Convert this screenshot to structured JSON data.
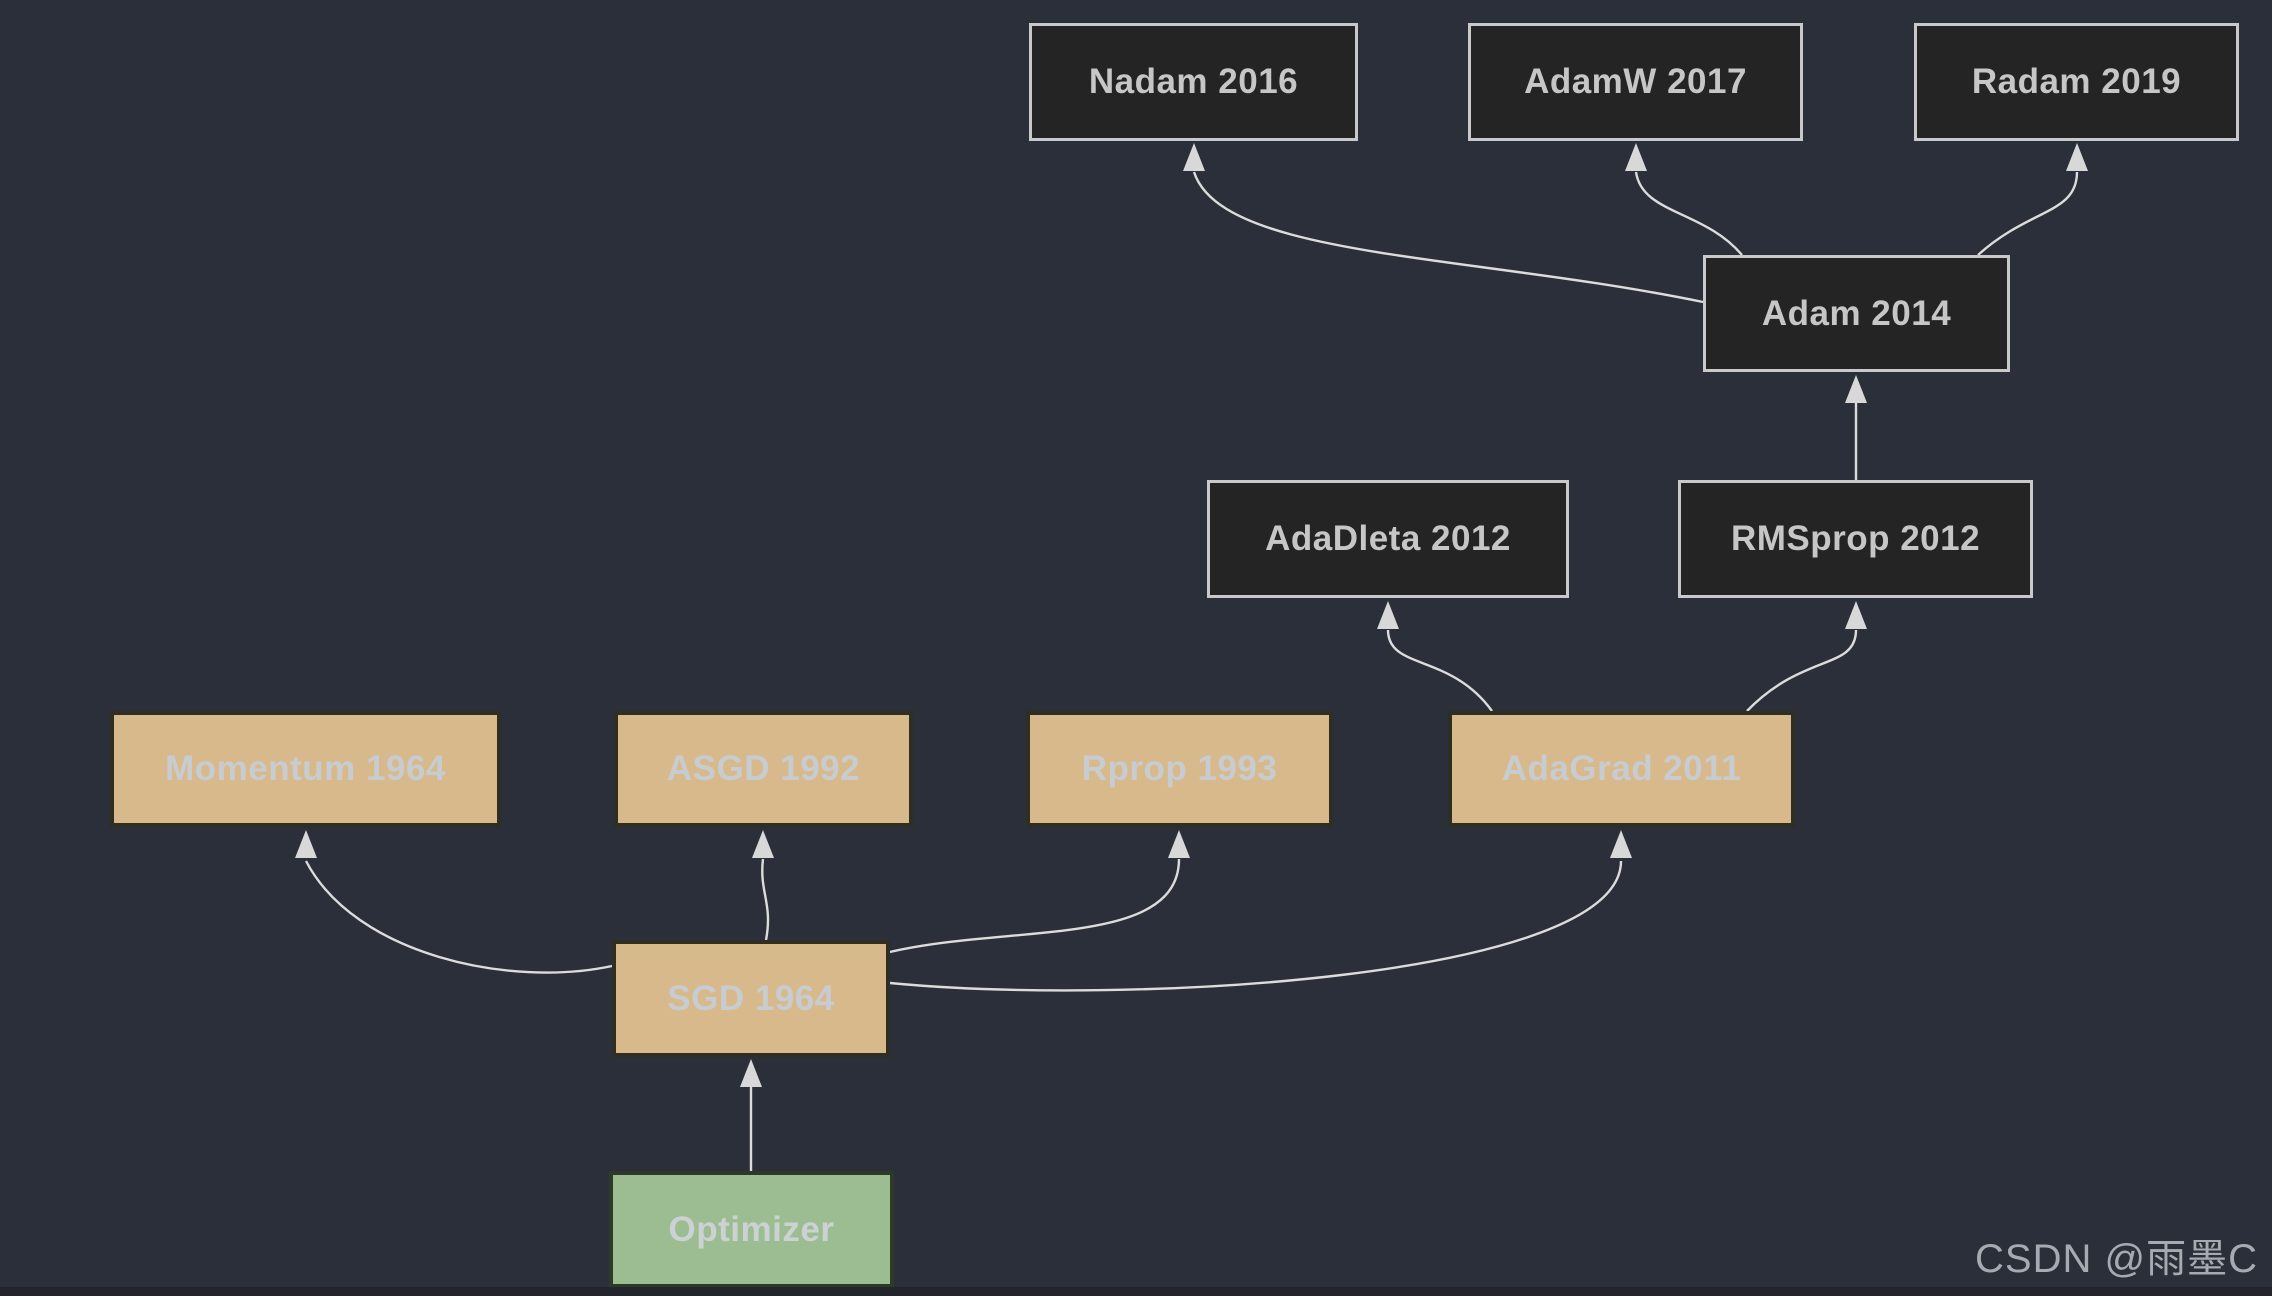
{
  "canvas": {
    "background_color": "#2b2f39",
    "edge_line_color": "#dcdcdc",
    "arrowhead_color": "#d8d8d8"
  },
  "node_styles": {
    "dark": {
      "fill": "#242424",
      "border": "#c9c9c9",
      "text_color": "#c6c6c6"
    },
    "tan": {
      "fill": "#d8b98c",
      "border": "#2e2e23",
      "text_color": "#c7ccd1"
    },
    "green": {
      "fill": "#9cbd92",
      "border": "#2e3a28",
      "text_color": "#ccd2d4"
    }
  },
  "nodes": [
    {
      "id": "nadam",
      "label": "Nadam 2016",
      "style": "dark"
    },
    {
      "id": "adamw",
      "label": "AdamW 2017",
      "style": "dark"
    },
    {
      "id": "radam",
      "label": "Radam 2019",
      "style": "dark"
    },
    {
      "id": "adam",
      "label": "Adam 2014",
      "style": "dark"
    },
    {
      "id": "adadleta",
      "label": "AdaDleta 2012",
      "style": "dark"
    },
    {
      "id": "rmsprop",
      "label": "RMSprop 2012",
      "style": "dark"
    },
    {
      "id": "momentum",
      "label": "Momentum 1964",
      "style": "tan"
    },
    {
      "id": "asgd",
      "label": "ASGD 1992",
      "style": "tan"
    },
    {
      "id": "rprop",
      "label": "Rprop 1993",
      "style": "tan"
    },
    {
      "id": "adagrad",
      "label": "AdaGrad 2011",
      "style": "tan"
    },
    {
      "id": "sgd",
      "label": "SGD 1964",
      "style": "tan"
    },
    {
      "id": "optimizer",
      "label": "Optimizer",
      "style": "green"
    }
  ],
  "edges": [
    {
      "from": "optimizer",
      "to": "sgd"
    },
    {
      "from": "sgd",
      "to": "momentum"
    },
    {
      "from": "sgd",
      "to": "asgd"
    },
    {
      "from": "sgd",
      "to": "rprop"
    },
    {
      "from": "sgd",
      "to": "adagrad"
    },
    {
      "from": "adagrad",
      "to": "adadleta"
    },
    {
      "from": "adagrad",
      "to": "rmsprop"
    },
    {
      "from": "rmsprop",
      "to": "adam"
    },
    {
      "from": "adam",
      "to": "nadam"
    },
    {
      "from": "adam",
      "to": "adamw"
    },
    {
      "from": "adam",
      "to": "radam"
    }
  ],
  "watermark": {
    "text": "CSDN @雨墨C",
    "color": "#a6abb1"
  }
}
